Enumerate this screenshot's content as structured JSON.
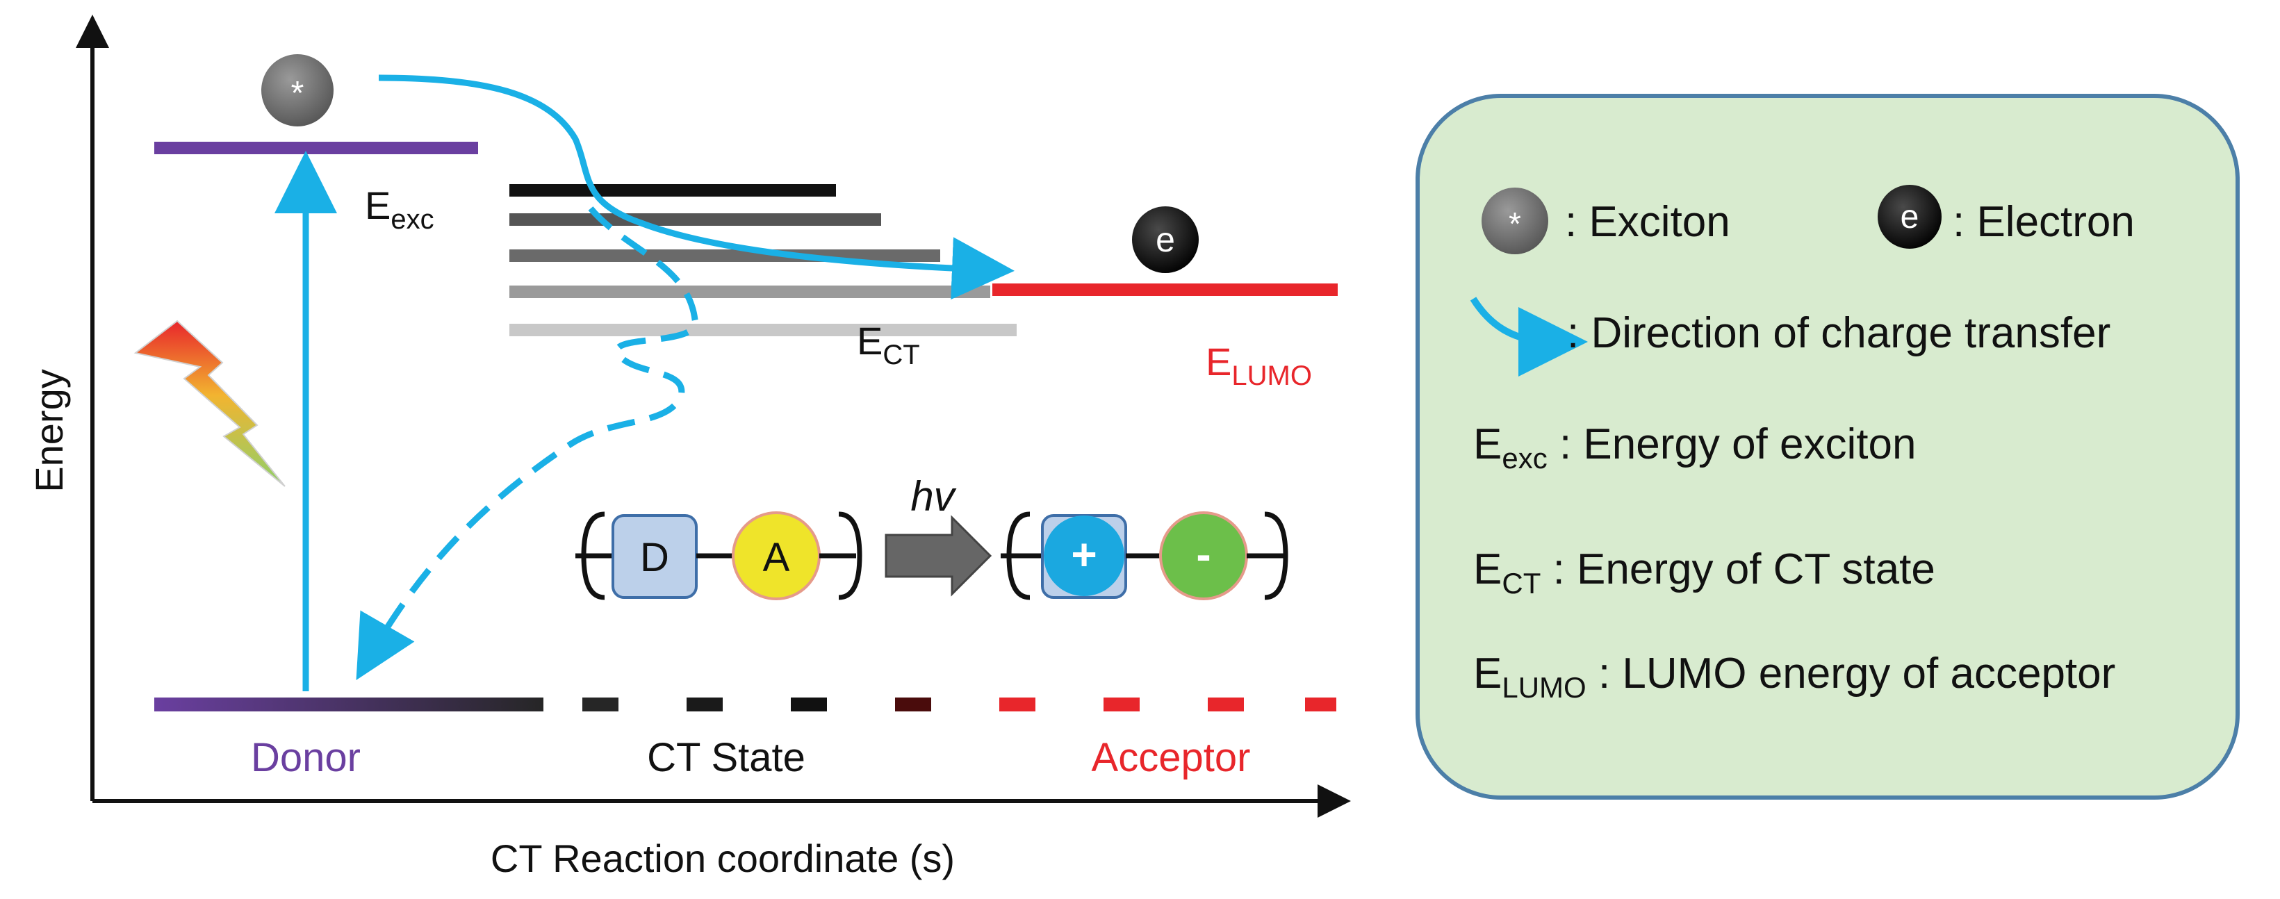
{
  "axes": {
    "y_label": "Energy",
    "x_label": "CT Reaction coordinate (s)"
  },
  "levels": {
    "e_exc": {
      "main": "E",
      "sub": "exc"
    },
    "e_ct": {
      "main": "E",
      "sub": "CT"
    },
    "e_lumo": {
      "main": "E",
      "sub": "LUMO"
    }
  },
  "states": {
    "donor": "Donor",
    "ct_state": "CT State",
    "acceptor": "Acceptor"
  },
  "particles": {
    "exciton_symbol": "*",
    "electron_symbol": "e"
  },
  "scheme": {
    "donor_box": "D",
    "acceptor_circle": "A",
    "photon": "hv",
    "plus": "+",
    "minus": "-"
  },
  "legend": {
    "exciton": ": Exciton",
    "electron": ": Electron",
    "direction": ": Direction of charge transfer",
    "exc": {
      "main": "E",
      "sub": "exc",
      "desc": " : Energy of exciton"
    },
    "ct": {
      "main": "E",
      "sub": "CT",
      "desc": "  : Energy of CT state"
    },
    "lumo": {
      "main": "E",
      "sub": "LUMO",
      "desc": "  : LUMO energy of acceptor"
    }
  },
  "colors": {
    "donor_purple": "#6a3fa0",
    "acceptor_red": "#e8262b",
    "arrow_blue": "#1ab0e6",
    "legend_fill": "#d8ebcf",
    "legend_border": "#4c7fa8",
    "d_box": "#bcd0ea",
    "a_circle": "#efe42a",
    "plus_circle": "#1ba8e0",
    "minus_circle": "#6cbf4a"
  }
}
